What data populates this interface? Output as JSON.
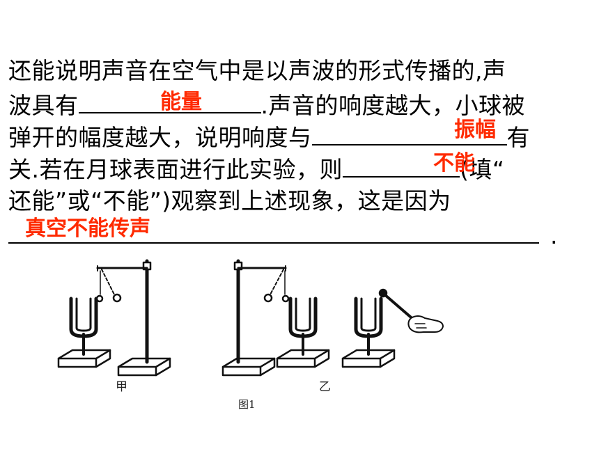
{
  "text": {
    "line1": "还能说明声音在空气中是以声波的形式传播的,声",
    "line2_pre": "波具有",
    "line2_post": ".声音的响度越大，小球被",
    "line3_pre": "弹开的幅度越大，说明响度与",
    "line3_post": "有",
    "line4_pre": "关.若在月球表面进行此实验，则",
    "line4_post": "(填“",
    "line5": "还能”或“不能”)观察到上述现象，这是因为",
    "line6_post": "."
  },
  "answers": {
    "a1": "能量",
    "a2": "振幅",
    "a3": "不能",
    "a4": "真空不能传声"
  },
  "figure": {
    "label_left": "甲",
    "label_right": "乙",
    "caption": "图1"
  },
  "colors": {
    "answer": "#ff2a00",
    "text": "#000000"
  }
}
